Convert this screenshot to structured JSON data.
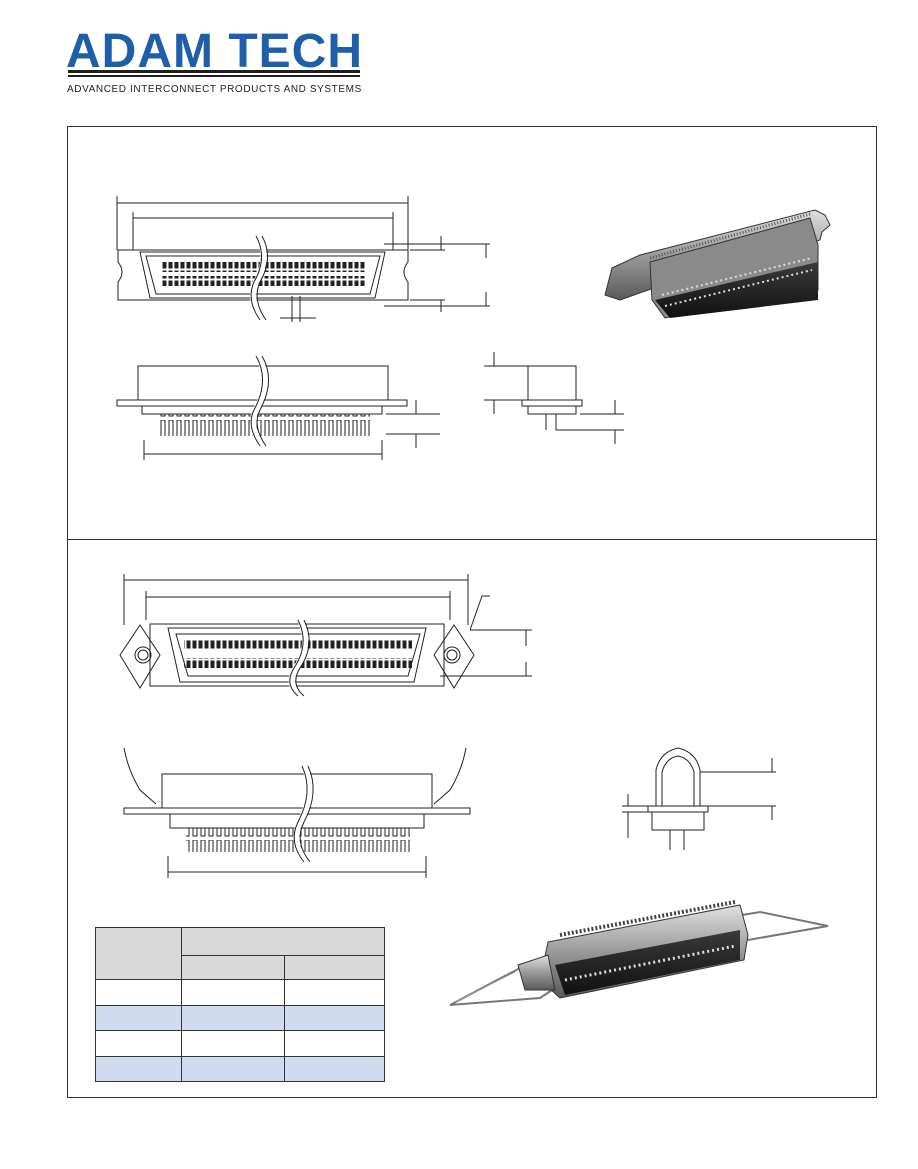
{
  "header": {
    "logo_text": "ADAM TECH",
    "tagline": "ADVANCED INTERCONNECT PRODUCTS AND SYSTEMS"
  },
  "colors": {
    "brand_blue": "#1f5ea8",
    "table_header_gray": "#d9d9d9",
    "table_alt_row_blue": "#d0dbef",
    "line_dark": "#333333"
  },
  "sections": [
    {
      "name": "section-top",
      "views": [
        "front-view",
        "side-view",
        "end-view",
        "product-photo"
      ]
    },
    {
      "name": "section-bottom",
      "views": [
        "front-view-with-clips",
        "side-view-with-clips",
        "end-view-with-clips",
        "spec-table",
        "product-photo"
      ]
    }
  ],
  "spec_table": {
    "header": [
      "",
      "",
      ""
    ],
    "subheader": [
      "",
      ""
    ],
    "rows": [
      [
        "",
        "",
        ""
      ],
      [
        "",
        "",
        ""
      ],
      [
        "",
        "",
        ""
      ],
      [
        "",
        "",
        ""
      ]
    ]
  }
}
